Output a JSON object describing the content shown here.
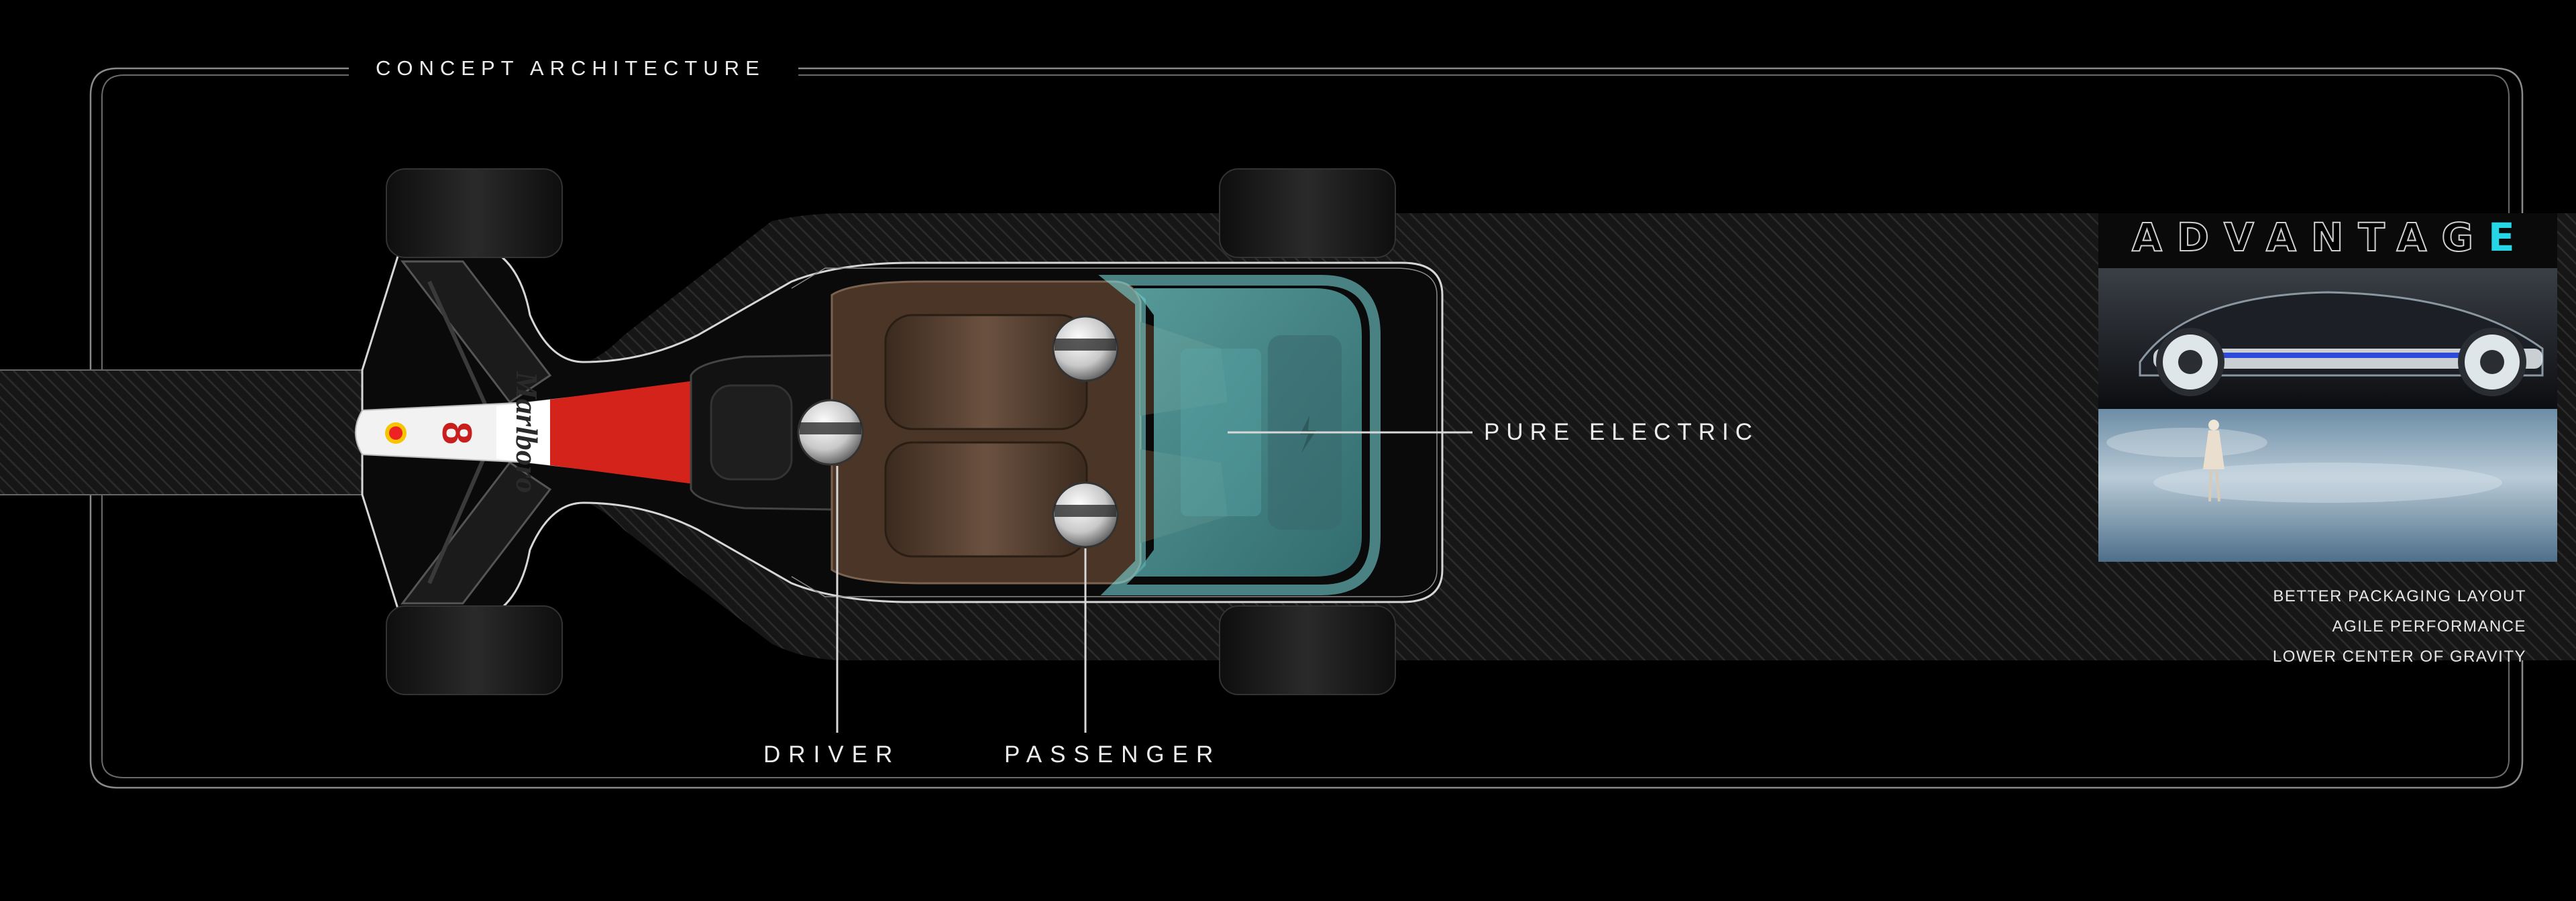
{
  "labels": {
    "title": "CONCEPT ARCHITECTURE",
    "pure_electric": "PURE ELECTRIC",
    "driver": "DRIVER",
    "passenger": "PASSENGER"
  },
  "car": {
    "sponsor": "Marlboro",
    "number": "8"
  },
  "advantage": {
    "title_main": "ADVANTAG",
    "title_accent": "E",
    "benefits": [
      "BETTER PACKAGING LAYOUT",
      "AGILE PERFORMANCE",
      "LOWER CENTER OF GRAVITY"
    ]
  },
  "colors": {
    "background": "#000000",
    "line": "#cfcfcf",
    "battery_glow": "#7fe6e8",
    "accent": "#27d6e6",
    "livery_red": "#d4231a",
    "cabin_brown": "#5a3f2c"
  },
  "icons": [
    "lightning-bolt-icon",
    "helmet-icon",
    "tire-icon"
  ]
}
